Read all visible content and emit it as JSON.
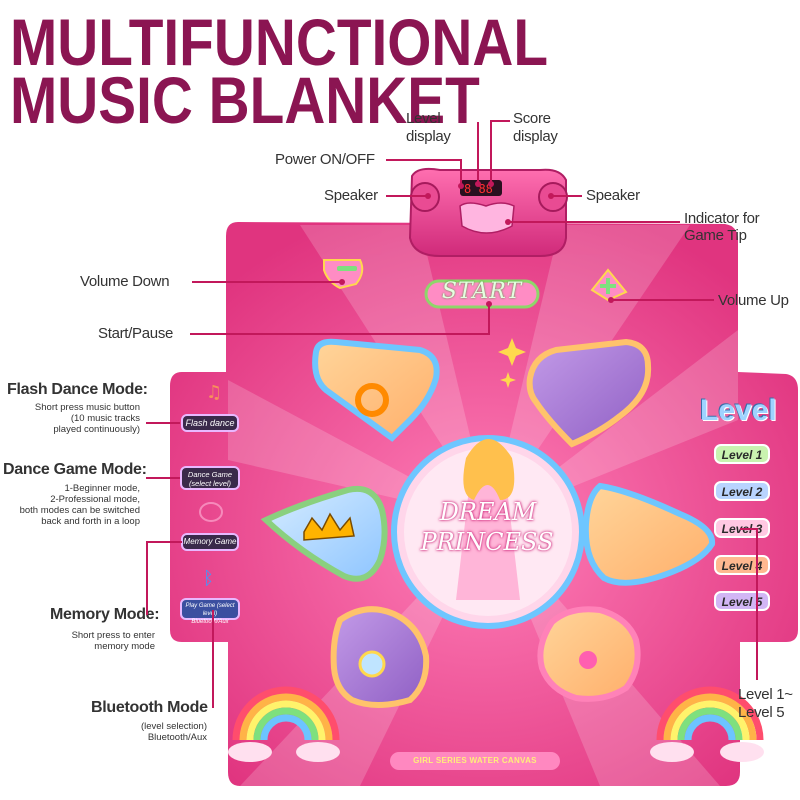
{
  "title": {
    "line1": "MULTIFUNCTIONAL",
    "line2": "MUSIC BLANKET"
  },
  "callouts": {
    "level_display": [
      "Level",
      "display"
    ],
    "score_display": [
      "Score",
      "display"
    ],
    "power": "Power ON/OFF",
    "speaker_left": "Speaker",
    "speaker_right": "Speaker",
    "indicator": [
      "Indicator for",
      "Game Tip"
    ],
    "volume_down": "Volume Down",
    "volume_up": "Volume Up",
    "start_pause": "Start/Pause",
    "flash_dance": {
      "title": "Flash Dance Mode:",
      "desc": [
        "Short press music button",
        "(10 music tracks",
        "played continuously)"
      ]
    },
    "dance_game": {
      "title": "Dance Game Mode:",
      "desc": [
        "1-Beginner mode,",
        "2-Professional mode,",
        "both modes can be switched",
        "back and forth in a loop"
      ]
    },
    "memory": {
      "title": "Memory Mode:",
      "desc": [
        "Short press to enter",
        "memory mode"
      ]
    },
    "bluetooth": {
      "title": "Bluetooth Mode",
      "desc": [
        "(level selection)",
        "Bluetooth/Aux"
      ]
    },
    "levels_range": [
      "Level 1~",
      "Level 5"
    ]
  },
  "mat": {
    "start": "START",
    "level_header": "Level",
    "levels": [
      "Level 1",
      "Level 2",
      "Level 3",
      "Level 4",
      "Level 5"
    ],
    "center_line1": "DREAM",
    "center_line2": "PRINCESS",
    "buttons": {
      "flash": "Flash dance",
      "dance_game": [
        "Dance Game",
        "(select level)"
      ],
      "memory": "Memory Game",
      "bluetooth": [
        "Play Game (select level)",
        "Bluetooth/Aux"
      ]
    },
    "footer": "GIRL SERIES WATER CANVAS"
  },
  "colors": {
    "title": "#8b1552",
    "mat_pink": "#ec3d8a",
    "mat_dark": "#d42a76",
    "line": "#c2185b"
  }
}
